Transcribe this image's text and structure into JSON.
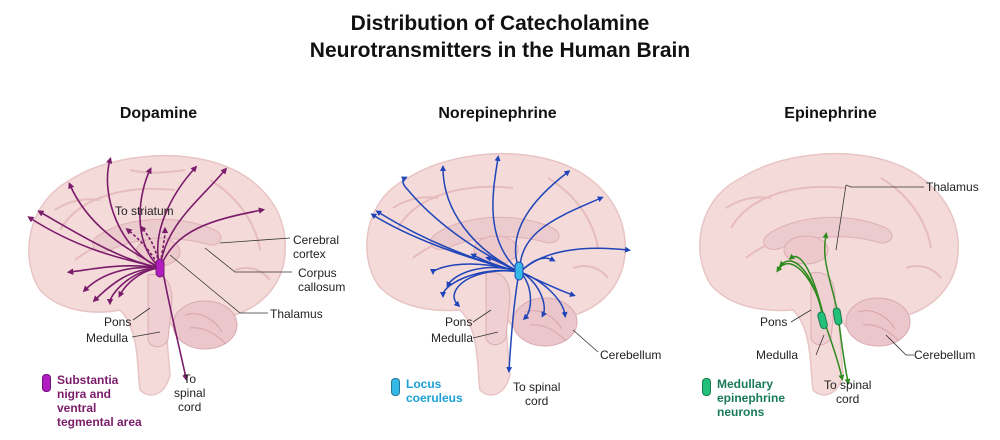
{
  "title_line1": "Distribution of Catecholamine",
  "title_line2": "Neurotransmitters in the Human Brain",
  "colors": {
    "dopamine": "#7a1c6a",
    "dopamine_source": "#b01cc0",
    "norepinephrine": "#1f45b8",
    "norepinephrine_source": "#35b8e6",
    "epinephrine": "#2f8a1e",
    "epinephrine_source": "#22c07a",
    "brain": "#f4d9d9",
    "brain_inner": "#ecc2c6"
  },
  "panels": {
    "dopamine": {
      "title": "Dopamine",
      "to_striatum": "To striatum",
      "cerebral_cortex_1": "Cerebral",
      "cerebral_cortex_2": "cortex",
      "corpus_callosum_1": "Corpus",
      "corpus_callosum_2": "callosum",
      "thalamus": "Thalamus",
      "pons": "Pons",
      "medulla": "Medulla",
      "to_spinal_1": "To",
      "to_spinal_2": "spinal",
      "to_spinal_3": "cord",
      "legend_1": "Substantia",
      "legend_2": "nigra and",
      "legend_3": "ventral",
      "legend_4": "tegmental area"
    },
    "norepinephrine": {
      "title": "Norepinephrine",
      "pons": "Pons",
      "medulla": "Medulla",
      "cerebellum": "Cerebellum",
      "to_spinal_1": "To spinal",
      "to_spinal_2": "cord",
      "legend_1": "Locus",
      "legend_2": "coeruleus"
    },
    "epinephrine": {
      "title": "Epinephrine",
      "thalamus": "Thalamus",
      "pons": "Pons",
      "medulla": "Medulla",
      "cerebellum": "Cerebellum",
      "to_spinal_1": "To spinal",
      "to_spinal_2": "cord",
      "legend_1": "Medullary",
      "legend_2": "epinephrine",
      "legend_3": "neurons"
    }
  }
}
